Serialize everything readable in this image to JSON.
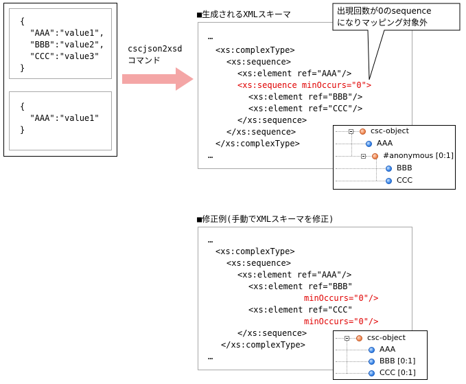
{
  "json_examples": [
    [
      "{",
      "  \"AAA\":\"value1\",",
      "  \"BBB\":\"value2\",",
      "  \"CCC\":\"value3\"",
      "}"
    ],
    [
      "{",
      "  \"AAA\":\"value1\"",
      "}"
    ]
  ],
  "command": {
    "line1": "cscjson2xsd",
    "line2": "コマンド"
  },
  "generated": {
    "title": "■生成されるXMLスキーマ",
    "lines": [
      "…",
      "<xs:complexType>",
      "<xs:sequence>",
      "<xs:element ref=\"AAA\"/>",
      "<xs:sequence minOccurs=\"0\">",
      "<xs:element ref=\"BBB\"/>",
      "<xs:element ref=\"CCC\"/>",
      "</xs:sequence>",
      "</xs:sequence>",
      "</xs:complexType>",
      "…"
    ]
  },
  "callout": {
    "line1": "出現回数が0のsequence",
    "line2": "になりマッピング対象外"
  },
  "tree1": {
    "root": "csc-object",
    "child_aaa": "AAA",
    "anon": "#anonymous [0:1]",
    "child_bbb": "BBB",
    "child_ccc": "CCC"
  },
  "fixed": {
    "title": "■修正例(手動でXMLスキーマを修正)",
    "lines": [
      "…",
      "<xs:complexType>",
      "<xs:sequence>",
      "<xs:element ref=\"AAA\"/>",
      "<xs:element ref=\"BBB\"",
      "minOccurs=\"0\"/>",
      "<xs:element ref=\"CCC\"",
      "minOccurs=\"0\"/>",
      "</xs:sequence>",
      "</xs:complexType>",
      "…"
    ]
  },
  "tree2": {
    "root": "csc-object",
    "child_aaa": "AAA",
    "child_bbb": "BBB [0:1]",
    "child_ccc": "CCC [0:1]"
  },
  "colors": {
    "highlight": "#e00000",
    "arrow": "#f4a6a6"
  }
}
